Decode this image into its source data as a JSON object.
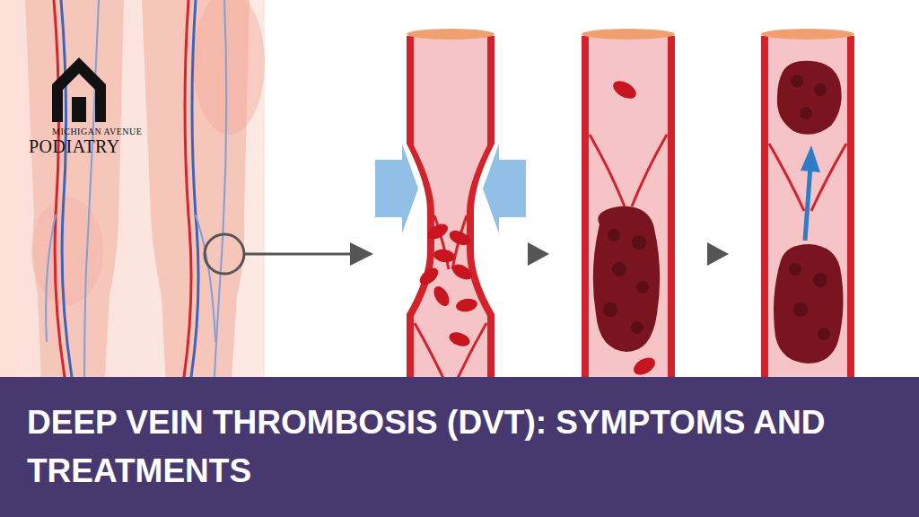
{
  "diagram": {
    "title": "DEEP VEIN THROMBOSIS (DVT): SYMPTOMS AND TREATMENTS",
    "labels": [
      "MICHIGAN AVENUE",
      "PODIATRY"
    ]
  }
}
